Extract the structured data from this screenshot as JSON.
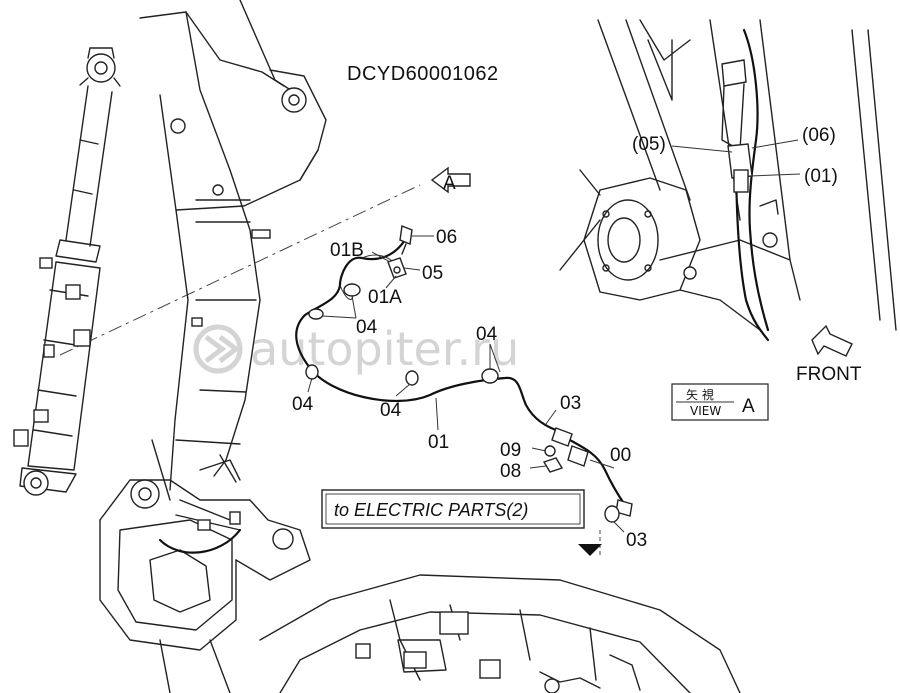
{
  "drawing_code": "DCYD60001062",
  "watermark": "autopiter.ru",
  "view_marker": "A",
  "view_box": {
    "kanji": "矢 視",
    "view": "VIEW",
    "letter": "A"
  },
  "front_label": "FRONT",
  "banner_text": "to ELECTRIC PARTS(2)",
  "callouts": {
    "c06": "06",
    "c01b": "01B",
    "c05": "05",
    "c01a": "01A",
    "c04_top": "04",
    "c04_right": "04",
    "c04_left": "04",
    "c04_mid": "04",
    "c01": "01",
    "c03_mid": "03",
    "c09": "09",
    "c08": "08",
    "c00": "00",
    "c03_bottom": "03",
    "p05": "(05)",
    "p06": "(06)",
    "p01": "(01)"
  }
}
